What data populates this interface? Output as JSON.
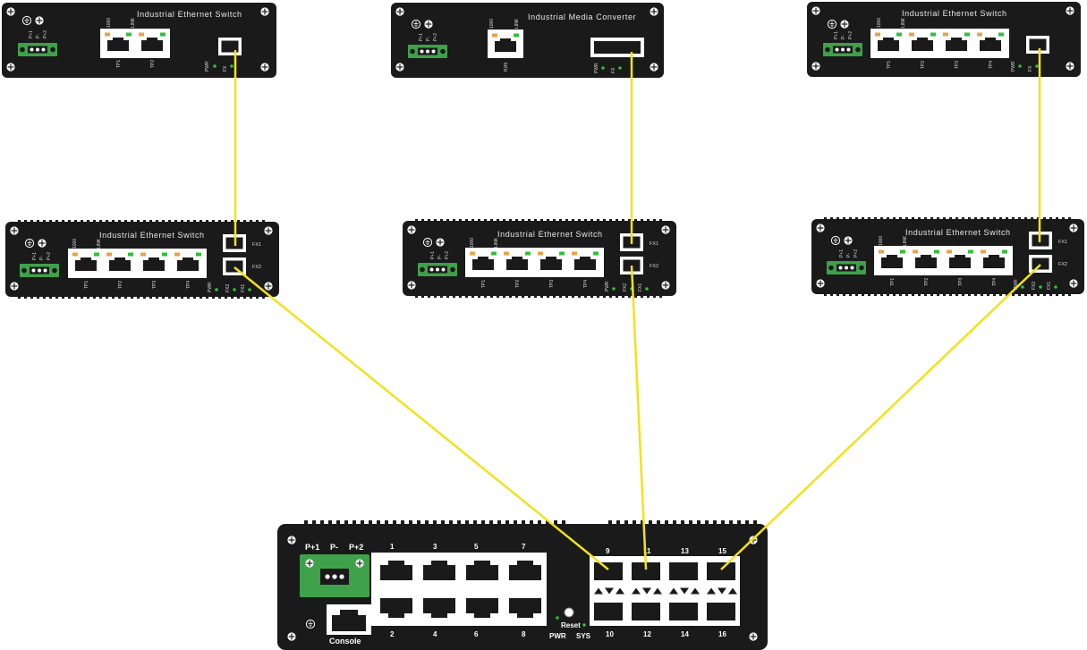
{
  "colors": {
    "chassis": "#1a1a1a",
    "fiber": "#f2e21a",
    "terminal": "#3fa14a",
    "led_green": "#2fbf3a",
    "led_orange": "#e8a24a",
    "port_white": "#ffffff"
  },
  "top_left": {
    "title": "Industrial Ethernet Switch",
    "power_labels": [
      "P+1",
      "P-",
      "P+2"
    ],
    "led_labels": [
      "1000",
      "LINK"
    ],
    "ports": [
      "TP1",
      "TP2"
    ],
    "pwr": "PWR",
    "fx": "FX"
  },
  "top_middle": {
    "title": "Industrial Media Converter",
    "power_labels": [
      "P+1",
      "P-",
      "P+2"
    ],
    "led_labels": [
      "1000",
      "LINK"
    ],
    "ports": [
      "Rj45"
    ],
    "pwr": "PWR",
    "fx": "FX"
  },
  "top_right": {
    "title": "Industrial Ethernet Switch",
    "power_labels": [
      "P+1",
      "P-",
      "P+2"
    ],
    "led_labels": [
      "1000",
      "LINK"
    ],
    "ports": [
      "TP1",
      "TP2",
      "TP3",
      "TP4"
    ],
    "pwr": "PWR",
    "fx": "FX"
  },
  "mid_left": {
    "title": "Industrial Ethernet Switch",
    "power_labels": [
      "P+1",
      "P-",
      "P+2"
    ],
    "led_labels": [
      "1000",
      "LINK"
    ],
    "ports": [
      "TP1",
      "TP2",
      "TP3",
      "TP4"
    ],
    "fx_ports": [
      "FX1",
      "FX2"
    ],
    "pwr": "PWR",
    "fx_leds": [
      "FX2",
      "FX1"
    ]
  },
  "mid_middle": {
    "title": "Industrial Ethernet Switch",
    "power_labels": [
      "P+1",
      "P-",
      "P+2"
    ],
    "led_labels": [
      "1000",
      "LINK"
    ],
    "ports": [
      "TP1",
      "TP2",
      "TP3",
      "TP4"
    ],
    "fx_ports": [
      "FX1",
      "FX2"
    ],
    "pwr": "PWR",
    "fx_leds": [
      "FX2",
      "FX1"
    ]
  },
  "mid_right": {
    "title": "Industrial Ethernet Switch",
    "power_labels": [
      "P+1",
      "P-",
      "P+2"
    ],
    "led_labels": [
      "1000",
      "LINK"
    ],
    "ports": [
      "TP1",
      "TP2",
      "TP3",
      "TP4"
    ],
    "fx_ports": [
      "FX1",
      "FX2"
    ],
    "pwr": "PWR",
    "fx_leds": [
      "FX2",
      "FX1"
    ]
  },
  "core": {
    "power_labels": [
      "P+1",
      "P-",
      "P+2"
    ],
    "rj45_top": [
      "1",
      "3",
      "5",
      "7"
    ],
    "rj45_bottom": [
      "2",
      "4",
      "6",
      "8"
    ],
    "sfp_top": [
      "9",
      "11",
      "13",
      "15"
    ],
    "sfp_bottom": [
      "10",
      "12",
      "14",
      "16"
    ],
    "console": "Console",
    "reset": "Reset",
    "pwr": "PWR",
    "sys": "SYS"
  }
}
